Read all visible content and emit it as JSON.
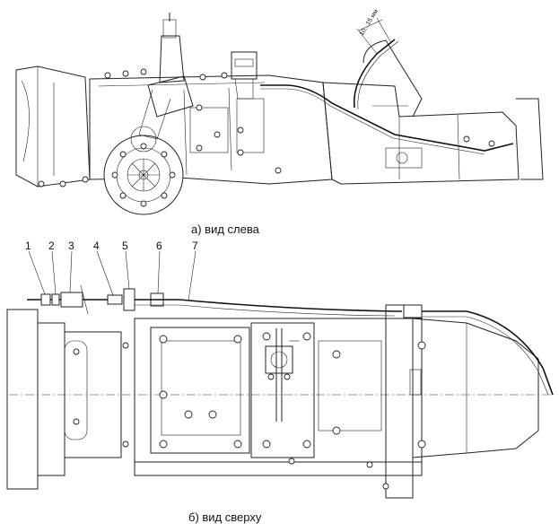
{
  "figure": {
    "caption_top": "а) вид слева",
    "caption_bottom": "б) вид сверху",
    "dimension_label": "10...15 мм",
    "callouts": [
      "1",
      "2",
      "3",
      "4",
      "5",
      "6",
      "7"
    ]
  }
}
